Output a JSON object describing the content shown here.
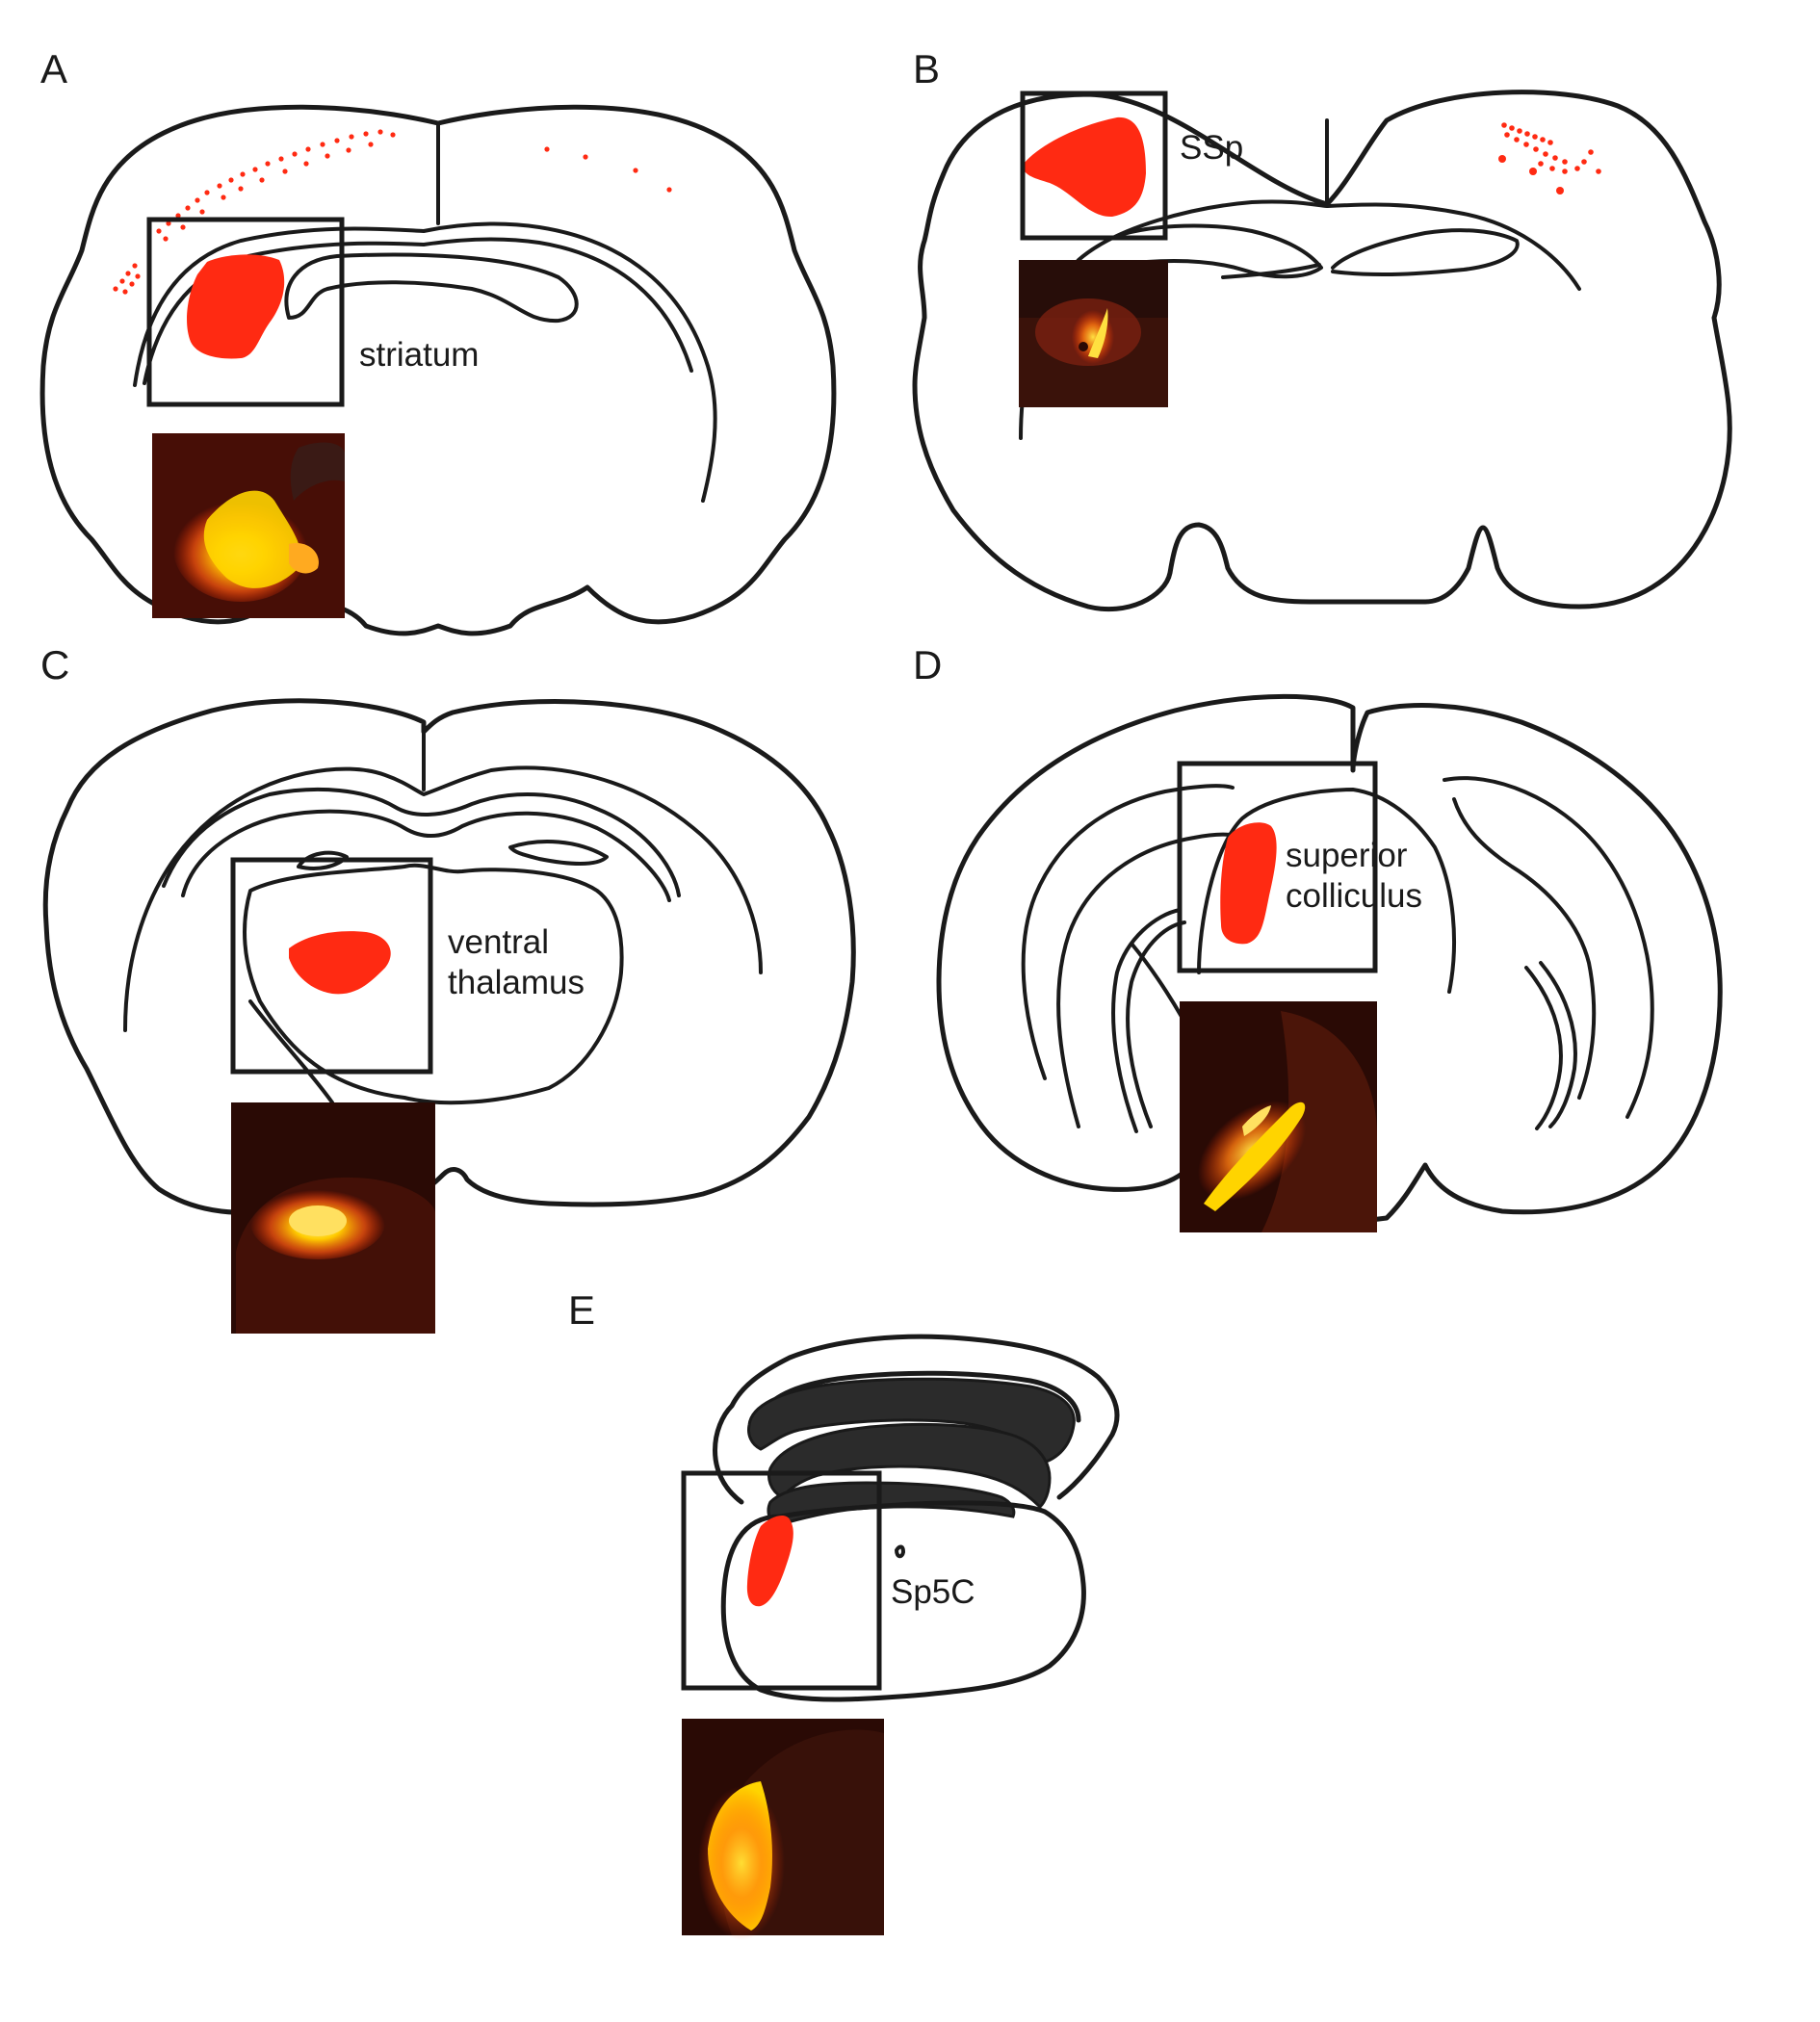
{
  "colors": {
    "injection": "#ff2a12",
    "outline": "#1a1a1a",
    "micrograph_bg": "#2a0a05",
    "micrograph_glow": "#ffd400",
    "dark_band": "#2b2b2b"
  },
  "panels": [
    {
      "letter": "A",
      "region": [
        "striatum"
      ]
    },
    {
      "letter": "B",
      "region": [
        "SSp"
      ]
    },
    {
      "letter": "C",
      "region": [
        "ventral",
        "thalamus"
      ]
    },
    {
      "letter": "D",
      "region": [
        "superior",
        "colliculus"
      ]
    },
    {
      "letter": "E",
      "region": [
        "Sp5C"
      ]
    }
  ]
}
